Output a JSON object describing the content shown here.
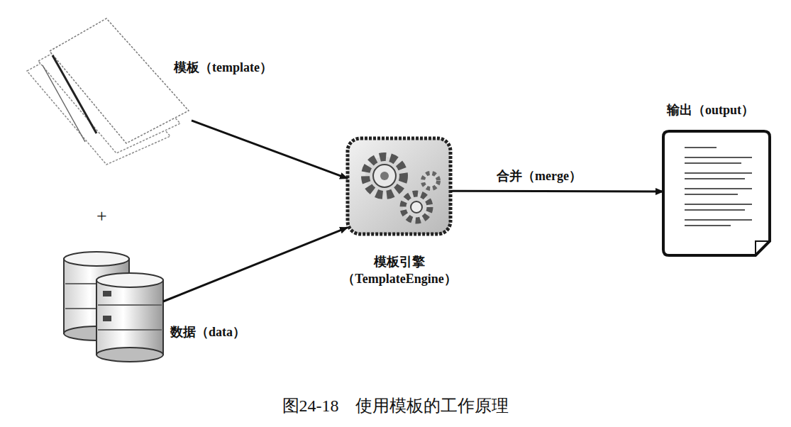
{
  "diagram": {
    "caption": "图24-18　使用模板的工作原理",
    "nodes": [
      {
        "text": [
          "模板（template）"
        ]
      },
      {
        "text": [
          "数据（data）"
        ]
      },
      {
        "text": [
          "模板引擎 （TemplateEngine）"
        ]
      },
      {
        "text": [
          "输出（output）"
        ]
      }
    ],
    "edges": [
      {
        "from": 0,
        "to": 2,
        "arrow": "to"
      },
      {
        "from": 1,
        "to": 2,
        "arrow": "to"
      },
      {
        "from": 2,
        "to": 3,
        "label": "合并（merge）",
        "arrow": "to"
      }
    ],
    "labels": [
      "+"
    ]
  }
}
